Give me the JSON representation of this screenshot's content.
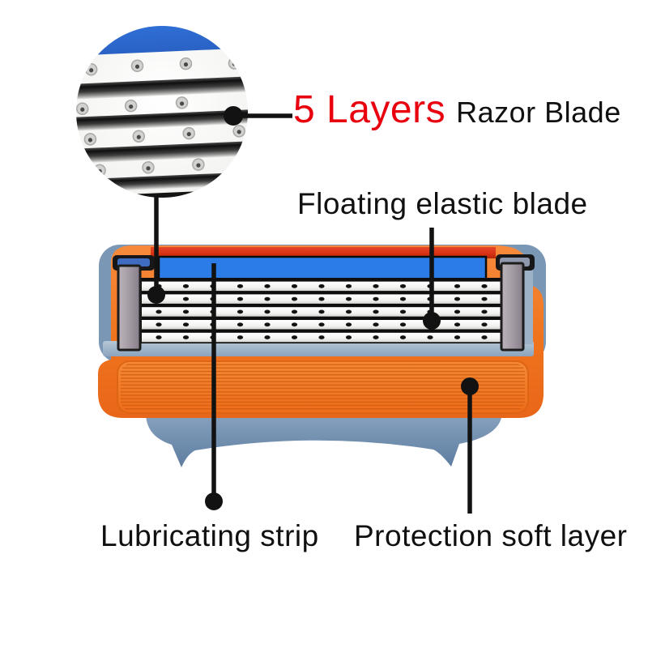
{
  "labels": {
    "layers_accent": "5 Layers",
    "layers_rest": "Razor Blade",
    "floating": "Floating elastic blade",
    "lubricating": "Lubricating strip",
    "protection": "Protection soft layer"
  },
  "colors": {
    "accent_red": "#e8000f",
    "text_black": "#101010",
    "pointer_black": "#121212",
    "top_strip_red": "#d93012",
    "lubricating_strip_blue": "#2b7ce6",
    "magnifier_strip_blue": "#2f6fd6",
    "body_orange": "#f0731d",
    "ribbed_line_orange": "#d45e12",
    "base_steel_blue": "#7b97b6",
    "retainer_band_steel": "#a5bacb",
    "clamp_gray": "#a39aa4",
    "blade_white": "#f4f4f2"
  }
}
